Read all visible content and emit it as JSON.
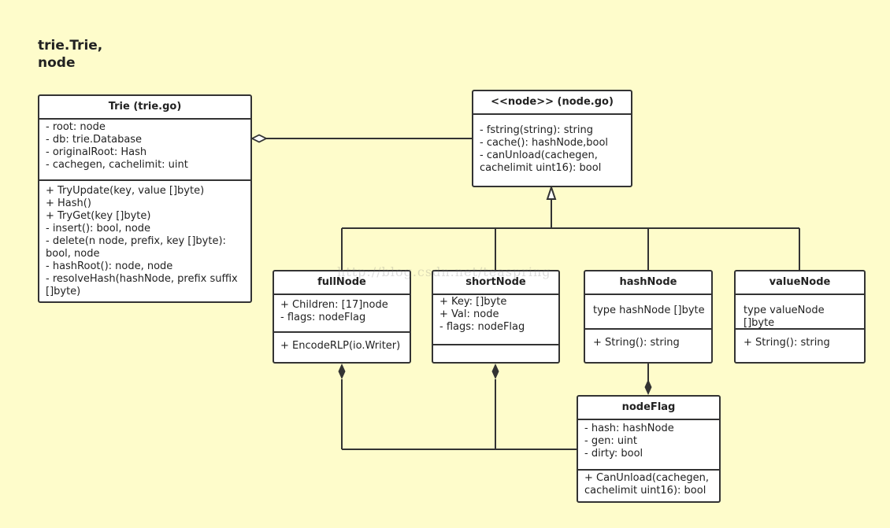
{
  "title_line1": "trie.Trie,",
  "title_line2": "node",
  "watermark": "http://blog.csdn.net/teaspring",
  "classes": {
    "trie": {
      "name": "Trie (trie.go)",
      "attrs": "- root: node\n- db: trie.Database\n- originalRoot: Hash\n- cachegen, cachelimit: uint",
      "methods": "+ TryUpdate(key, value []byte)\n+ Hash()\n+ TryGet(key []byte)\n- insert(): bool, node\n- delete(n node, prefix, key []byte):\nbool, node\n- hashRoot(): node, node\n- resolveHash(hashNode, prefix suffix\n[]byte)"
    },
    "node": {
      "name": "<<node>> (node.go)",
      "attrs": "",
      "methods": "- fstring(string): string\n- cache(): hashNode,bool\n- canUnload(cachegen,\ncachelimit uint16): bool"
    },
    "fullNode": {
      "name": "fullNode",
      "attrs": "+ Children: [17]node\n- flags: nodeFlag",
      "methods": "+ EncodeRLP(io.Writer)"
    },
    "shortNode": {
      "name": "shortNode",
      "attrs": "+ Key: []byte\n+ Val: node\n- flags: nodeFlag",
      "methods": ""
    },
    "hashNode": {
      "name": "hashNode",
      "attrs": "type hashNode []byte",
      "methods": "+ String(): string"
    },
    "valueNode": {
      "name": "valueNode",
      "attrs": "type valueNode []byte",
      "methods": "+ String(): string"
    },
    "nodeFlag": {
      "name": "nodeFlag",
      "attrs": "- hash: hashNode\n- gen: uint\n- dirty: bool",
      "methods": "+ CanUnload(cachegen,\ncachelimit uint16): bool"
    }
  }
}
